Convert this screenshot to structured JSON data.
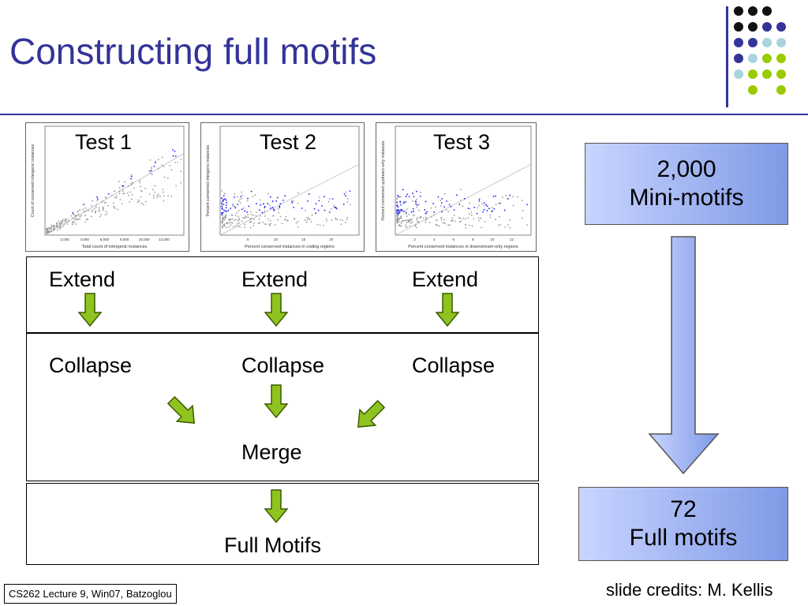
{
  "slide": {
    "title": "Constructing full motifs",
    "footer": "CS262 Lecture 9, Win07, Batzoglou",
    "credits": "slide credits: M. Kellis"
  },
  "decor": {
    "dot_colors": {
      "black": "#111111",
      "indigo": "#333399",
      "lightblue": "#a9d4de",
      "lime": "#99cc00"
    },
    "dot_grid": [
      [
        "black",
        "black",
        "black",
        ""
      ],
      [
        "black",
        "black",
        "indigo",
        "indigo"
      ],
      [
        "indigo",
        "indigo",
        "lightblue",
        "lightblue"
      ],
      [
        "indigo",
        "lightblue",
        "lime",
        "lime"
      ],
      [
        "lightblue",
        "lime",
        "lime",
        "lime"
      ],
      [
        "",
        "lime",
        "",
        "lime"
      ]
    ]
  },
  "tests": [
    {
      "label": "Test 1",
      "xlabel": "Total count of intergenic instances",
      "ylabel": "Count of conserved intergenic instances",
      "xticks": [
        "2,000",
        "4,000",
        "6,000",
        "8,000",
        "10,000",
        "12,000"
      ]
    },
    {
      "label": "Test 2",
      "xlabel": "Percent conserved instances in coding regions",
      "ylabel": "Percent conserved intergenic instances",
      "xticks": [
        "5",
        "10",
        "15",
        "20"
      ]
    },
    {
      "label": "Test 3",
      "xlabel": "Percent conserved instances in downstream-only regions",
      "ylabel": "Percent conserved upstream-only instances",
      "xticks": [
        "2",
        "4",
        "6",
        "8",
        "10",
        "12"
      ]
    }
  ],
  "flow": {
    "extend_labels": [
      "Extend",
      "Extend",
      "Extend"
    ],
    "collapse_labels": [
      "Collapse",
      "Collapse",
      "Collapse"
    ],
    "merge_label": "Merge",
    "full_motifs_label": "Full Motifs"
  },
  "summary": {
    "top_line1": "2,000",
    "top_line2": "Mini-motifs",
    "bottom_line1": "72",
    "bottom_line2": "Full motifs"
  }
}
